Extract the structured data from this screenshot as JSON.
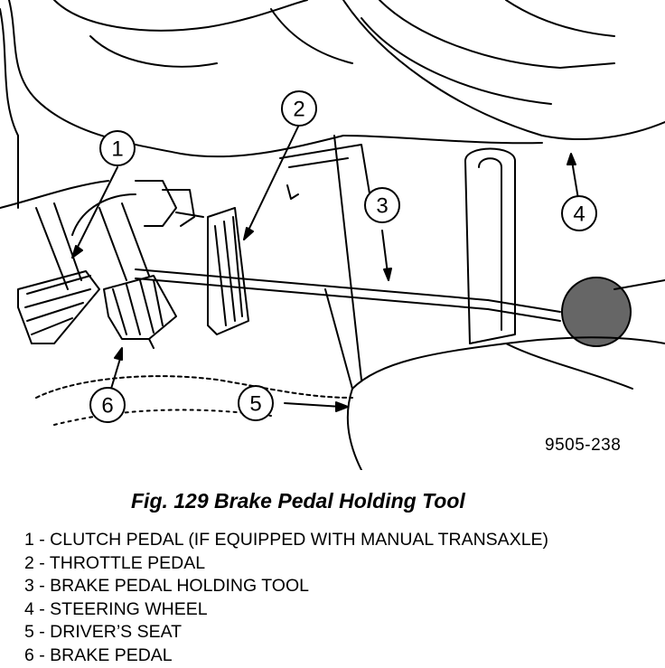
{
  "figure": {
    "code": "9505-238",
    "caption": "Fig. 129 Brake Pedal Holding Tool",
    "callouts": [
      "1",
      "2",
      "3",
      "4",
      "5",
      "6"
    ]
  },
  "legend": [
    "1 - CLUTCH PEDAL (IF EQUIPPED WITH MANUAL TRANSAXLE)",
    "2 - THROTTLE PEDAL",
    "3 - BRAKE PEDAL HOLDING TOOL",
    "4 - STEERING WHEEL",
    "5 - DRIVER’S SEAT",
    "6 - BRAKE PEDAL"
  ]
}
